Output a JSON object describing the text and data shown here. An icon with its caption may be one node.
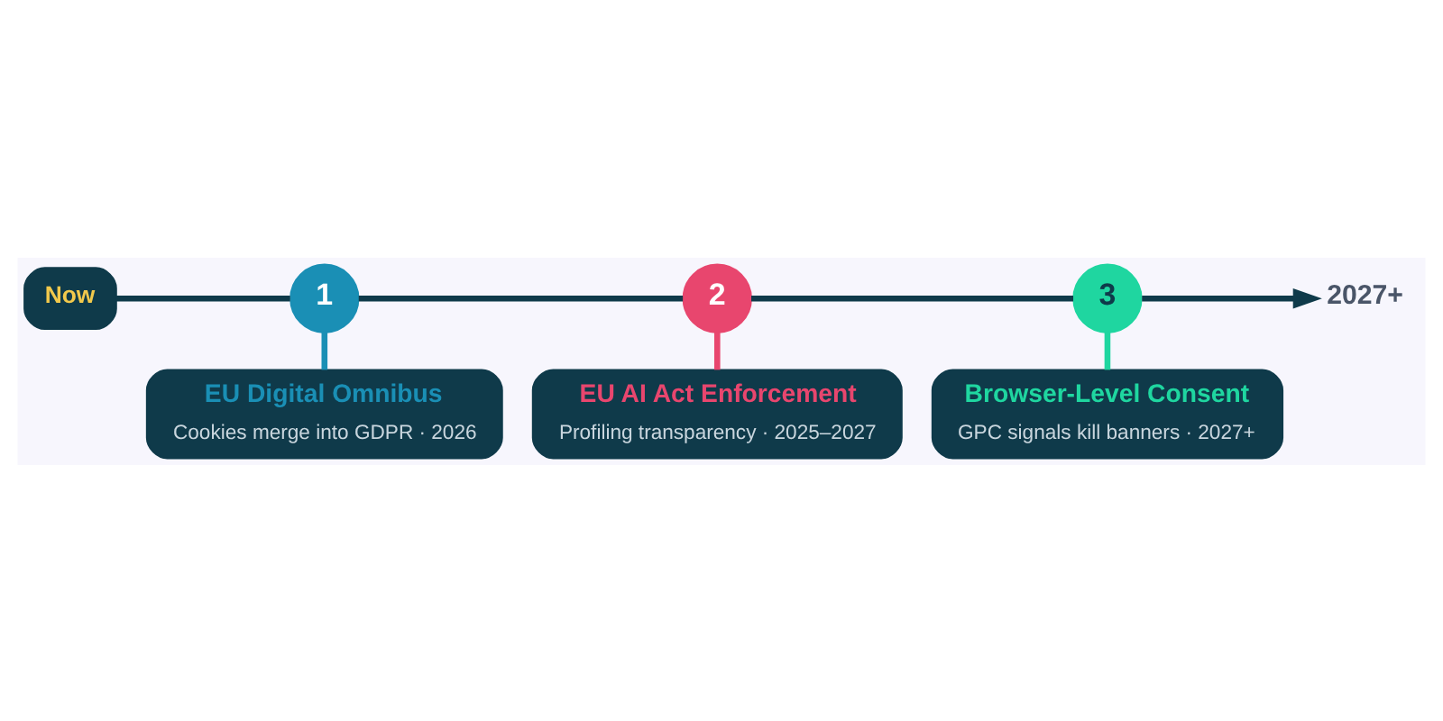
{
  "diagram": {
    "nodes": [
      {
        "text": [
          "Now"
        ]
      },
      {
        "text": [
          "1"
        ]
      },
      {
        "text": [
          "EU Digital Omnibus",
          "Cookies merge into GDPR · 2026"
        ]
      },
      {
        "text": [
          "2"
        ]
      },
      {
        "text": [
          "EU AI Act Enforcement",
          "Profiling transparency · 2025–2027"
        ]
      },
      {
        "text": [
          "3"
        ]
      },
      {
        "text": [
          "Browser-Level Consent",
          "GPC signals kill banners · 2027+"
        ]
      },
      {
        "text": [
          "2027+"
        ]
      }
    ],
    "edges": [
      {
        "from": 0,
        "to": 1,
        "arrow": "none"
      },
      {
        "from": 1,
        "to": 3,
        "arrow": "none"
      },
      {
        "from": 3,
        "to": 5,
        "arrow": "none"
      },
      {
        "from": 5,
        "to": 7,
        "arrow": "to"
      },
      {
        "from": 1,
        "to": 2,
        "arrow": "none",
        "color": "#1a8fb5"
      },
      {
        "from": 3,
        "to": 4,
        "arrow": "none",
        "color": "#e8466e"
      },
      {
        "from": 5,
        "to": 6,
        "arrow": "none",
        "color": "#1fd6a0"
      }
    ]
  }
}
